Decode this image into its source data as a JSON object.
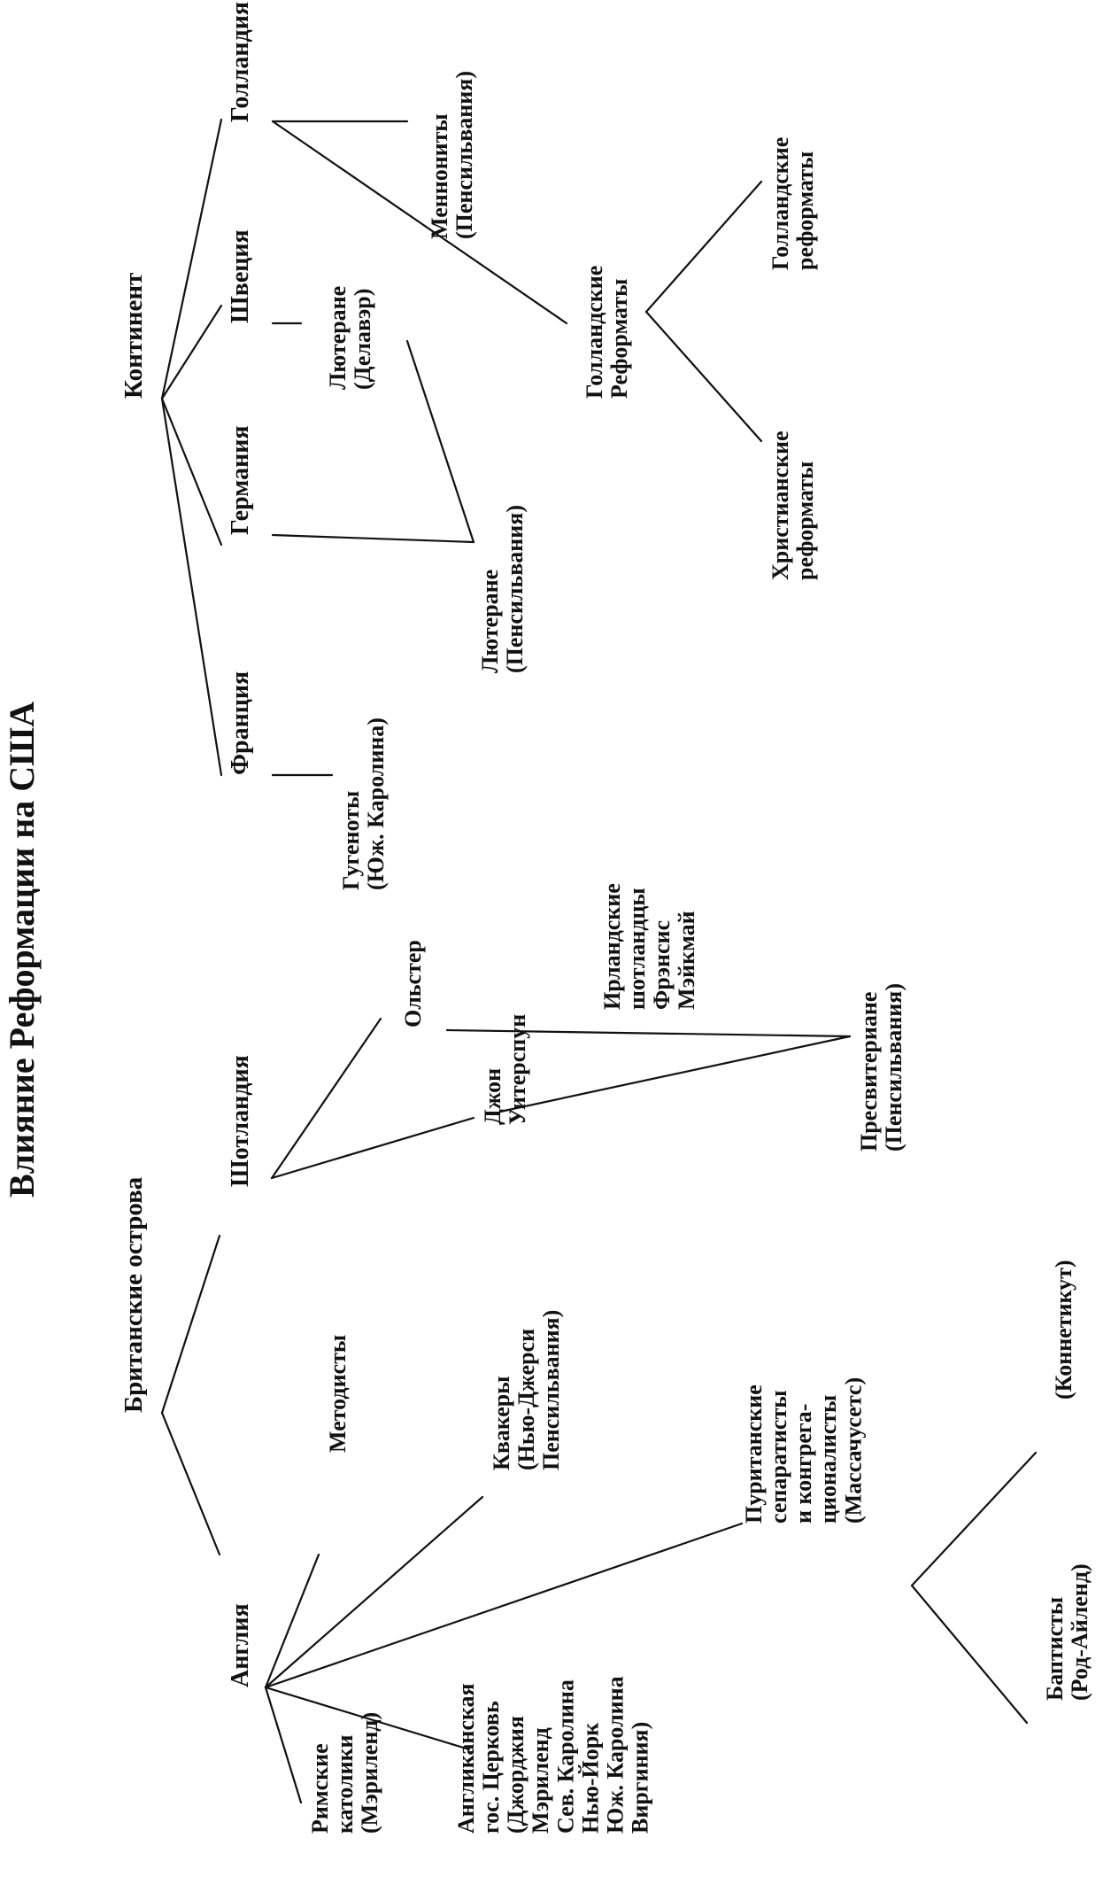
{
  "title": "Влияние Реформации на США",
  "nodes": {
    "british_isles": [
      "Британские острова"
    ],
    "continent": [
      "Континент"
    ],
    "england": [
      "Англия"
    ],
    "scotland": [
      "Шотландия"
    ],
    "france": [
      "Франция"
    ],
    "germany": [
      "Германия"
    ],
    "sweden": [
      "Швеция"
    ],
    "holland": [
      "Голландия"
    ],
    "catholics": [
      "Римские",
      "католики",
      "(Мэриленд)"
    ],
    "anglican": [
      "Англиканская",
      "гос. Церковь",
      "(Джорджия",
      "Мэриленд",
      "Сев. Каролина",
      "Нью-Йорк",
      "Юж. Каролина",
      "Виргиния)"
    ],
    "methodists": [
      "Методисты"
    ],
    "quakers": [
      "Квакеры",
      "(Нью-Джерси",
      "Пенсильвания)"
    ],
    "puritans": [
      "Пуританские",
      "сепаратисты",
      "и конгрега-",
      "ционалисты",
      "(Массачусетс)"
    ],
    "baptists": [
      "Баптисты",
      "(Род-Айленд)"
    ],
    "connecticut": [
      "(Коннетикут)"
    ],
    "witherspoon": [
      "Джон",
      "Уитерспун"
    ],
    "ulster": [
      "Ольстер"
    ],
    "irish_scots": [
      "Ирландские",
      "шотландцы",
      "Фрэнсис",
      "Мэйкмай"
    ],
    "presbyterians": [
      "Пресвитериане",
      "(Пенсильвания)"
    ],
    "huguenots": [
      "Гугеноты",
      "(Юж. Каролина)"
    ],
    "lutherans_pa": [
      "Лютеране",
      "(Пенсильвания)"
    ],
    "lutherans_de": [
      "Лютеране",
      "(Делавэр)"
    ],
    "mennonites": [
      "Меннониты",
      "(Пенсильвания)"
    ],
    "dutch_reformed": [
      "Голландские",
      "Реформаты"
    ],
    "christian_reformed": [
      "Христианские",
      "реформаты"
    ],
    "dutch_reformed_2": [
      "Голландские",
      "реформаты"
    ]
  }
}
